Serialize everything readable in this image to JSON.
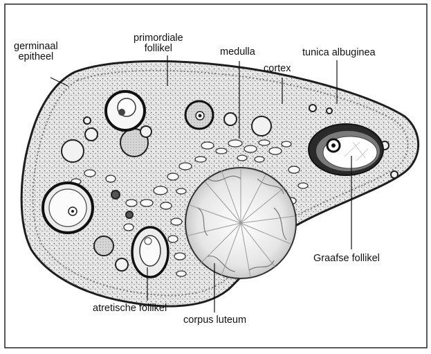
{
  "diagram": {
    "labels": {
      "germinaal_epitheel": [
        "germinaal",
        "epitheel"
      ],
      "primordiale_follikel": [
        "primordiale",
        "follikel"
      ],
      "medulla": "medulla",
      "cortex": "cortex",
      "tunica_albuginea": "tunica albuginea",
      "graafse_follikel": "Graafse follikel",
      "atretische_follikel": "atretische follikel",
      "corpus_luteum": "corpus luteum"
    }
  }
}
